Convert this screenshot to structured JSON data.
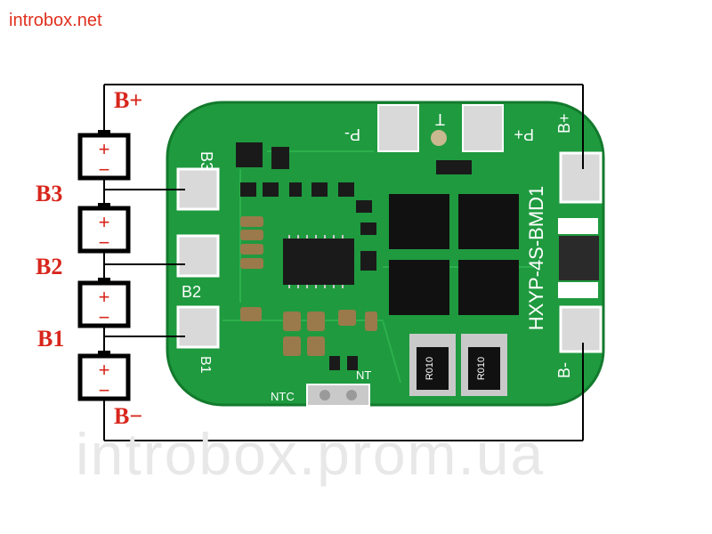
{
  "header": {
    "site": "introbox.net"
  },
  "watermark": {
    "text": "introbox.prom.ua"
  },
  "diagram": {
    "terminal_labels": {
      "b_plus": "B+",
      "b3": "B3",
      "b2": "B2",
      "b1": "B1",
      "b_minus": "B−"
    },
    "cell_polarity": {
      "plus": "+",
      "minus": "−"
    },
    "board": {
      "model": "HXYP-4S-BMD1",
      "pads": {
        "b_plus": "B+",
        "b_minus": "B-",
        "b3": "B3",
        "b2": "B2",
        "b1": "B1",
        "p_minus": "P-",
        "p_plus": "P+",
        "t": "T",
        "ntc": "NTC",
        "nt": "NT"
      },
      "resistor_marks": [
        "R010",
        "R010"
      ]
    },
    "colors": {
      "label_red": "#d8261c",
      "wire": "#000000",
      "pcb_green": "#1f9a3f",
      "pad_tin": "#cfcfcf"
    }
  }
}
